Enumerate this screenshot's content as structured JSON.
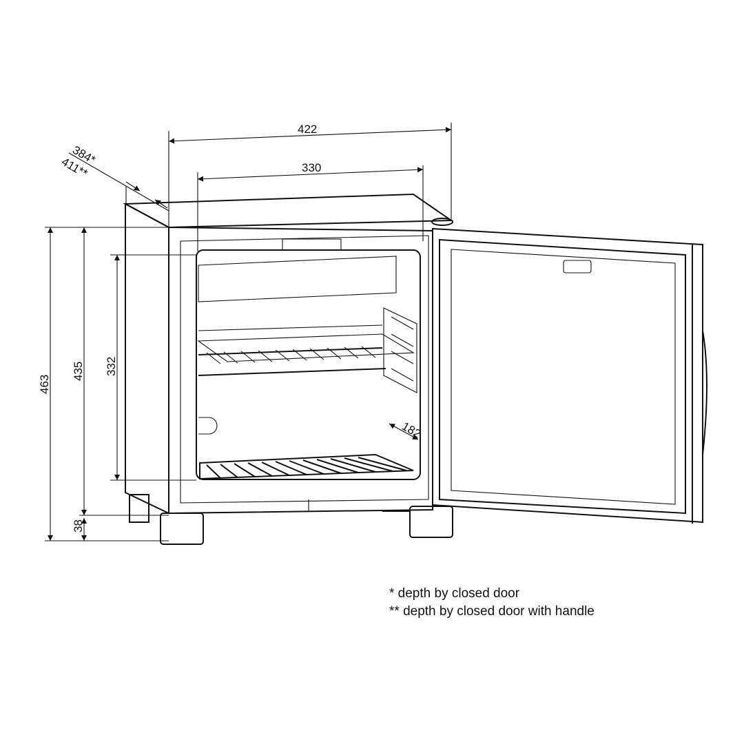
{
  "dimensions": {
    "overall_width": "422",
    "inner_width": "330",
    "overall_height": "463",
    "body_height": "435",
    "inner_height": "332",
    "foot_height": "38",
    "depth_closed_door": "384*",
    "depth_with_handle": "411**",
    "shelf_depth": "182"
  },
  "notes": [
    "* depth by closed door",
    "** depth by closed door with handle"
  ]
}
